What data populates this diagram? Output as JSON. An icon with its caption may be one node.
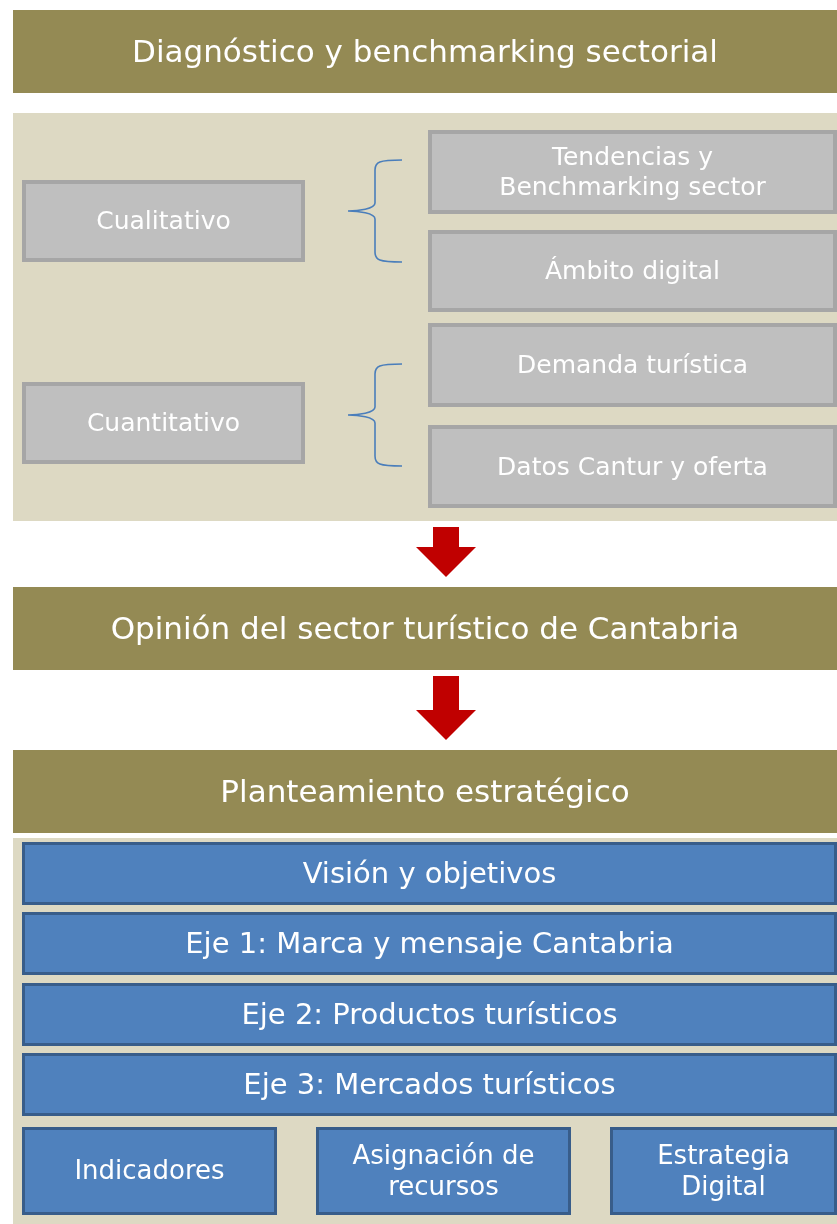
{
  "diagram": {
    "nodes": [
      {
        "text": [
          "Diagnóstico y benchmarking sectorial"
        ]
      },
      {
        "text": [],
        "shape": "box"
      },
      {
        "text": [
          "Cualitativo"
        ],
        "in": 1
      },
      {
        "text": [
          "Cuantitativo"
        ],
        "in": 1
      },
      {
        "text": [
          "Tendencias y Benchmarking sector"
        ],
        "in": 1
      },
      {
        "text": [
          "Ámbito digital"
        ],
        "in": 1
      },
      {
        "text": [
          "Demanda turística"
        ],
        "in": 1
      },
      {
        "text": [
          "Datos Cantur y oferta"
        ],
        "in": 1
      },
      {
        "text": [
          "Opinión del sector turístico de Cantabria"
        ]
      },
      {
        "text": [
          "Planteamiento estratégico"
        ]
      },
      {
        "text": [],
        "shape": "box"
      },
      {
        "text": [
          "Visión y objetivos"
        ],
        "in": 10
      },
      {
        "text": [
          "Eje 1: Marca y mensaje Cantabria"
        ],
        "in": 10
      },
      {
        "text": [
          "Eje 2: Productos turísticos"
        ],
        "in": 10
      },
      {
        "text": [
          "Eje 3: Mercados turísticos"
        ],
        "in": 10
      },
      {
        "text": [
          "Indicadores"
        ],
        "in": 10
      },
      {
        "text": [
          "Asignación de recursos"
        ],
        "in": 10
      },
      {
        "text": [
          "Estrategia Digital"
        ],
        "in": 10
      }
    ],
    "edges": [
      {
        "from": 1,
        "to": 8,
        "arrow": "to"
      },
      {
        "from": 8,
        "to": 9,
        "arrow": "to"
      }
    ]
  }
}
